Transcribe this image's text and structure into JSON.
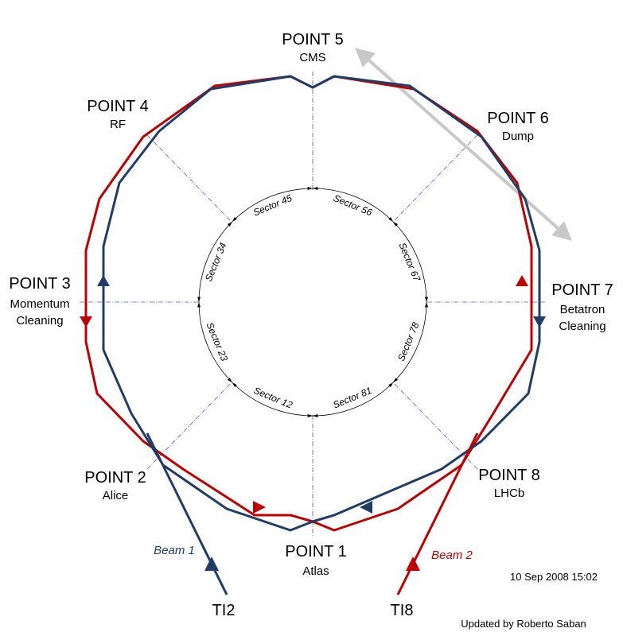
{
  "points": [
    {
      "id": "point-1",
      "name": "POINT 1",
      "sub": [
        "Atlas"
      ]
    },
    {
      "id": "point-2",
      "name": "POINT 2",
      "sub": [
        "Alice"
      ]
    },
    {
      "id": "point-3",
      "name": "POINT 3",
      "sub": [
        "Momentum",
        "Cleaning"
      ]
    },
    {
      "id": "point-4",
      "name": "POINT 4",
      "sub": [
        "RF"
      ]
    },
    {
      "id": "point-5",
      "name": "POINT 5",
      "sub": [
        "CMS"
      ]
    },
    {
      "id": "point-6",
      "name": "POINT 6",
      "sub": [
        "Dump"
      ]
    },
    {
      "id": "point-7",
      "name": "POINT 7",
      "sub": [
        "Betatron",
        "Cleaning"
      ]
    },
    {
      "id": "point-8",
      "name": "POINT 8",
      "sub": [
        "LHCb"
      ]
    }
  ],
  "sectors": [
    "Sector 12",
    "Sector 23",
    "Sector 34",
    "Sector 45",
    "Sector 56",
    "Sector 67",
    "Sector 78",
    "Sector 81"
  ],
  "beams": {
    "beam1": {
      "label": "Beam 1",
      "line": "TI2",
      "color": "#1f3d66"
    },
    "beam2": {
      "label": "Beam 2",
      "line": "TI8",
      "color": "#c00000"
    }
  },
  "dump_line_color": "#c8c8c8",
  "guide_color": "#5555cc",
  "date": "10 Sep 2008 15:02",
  "credit": "Updated by Roberto Saban"
}
